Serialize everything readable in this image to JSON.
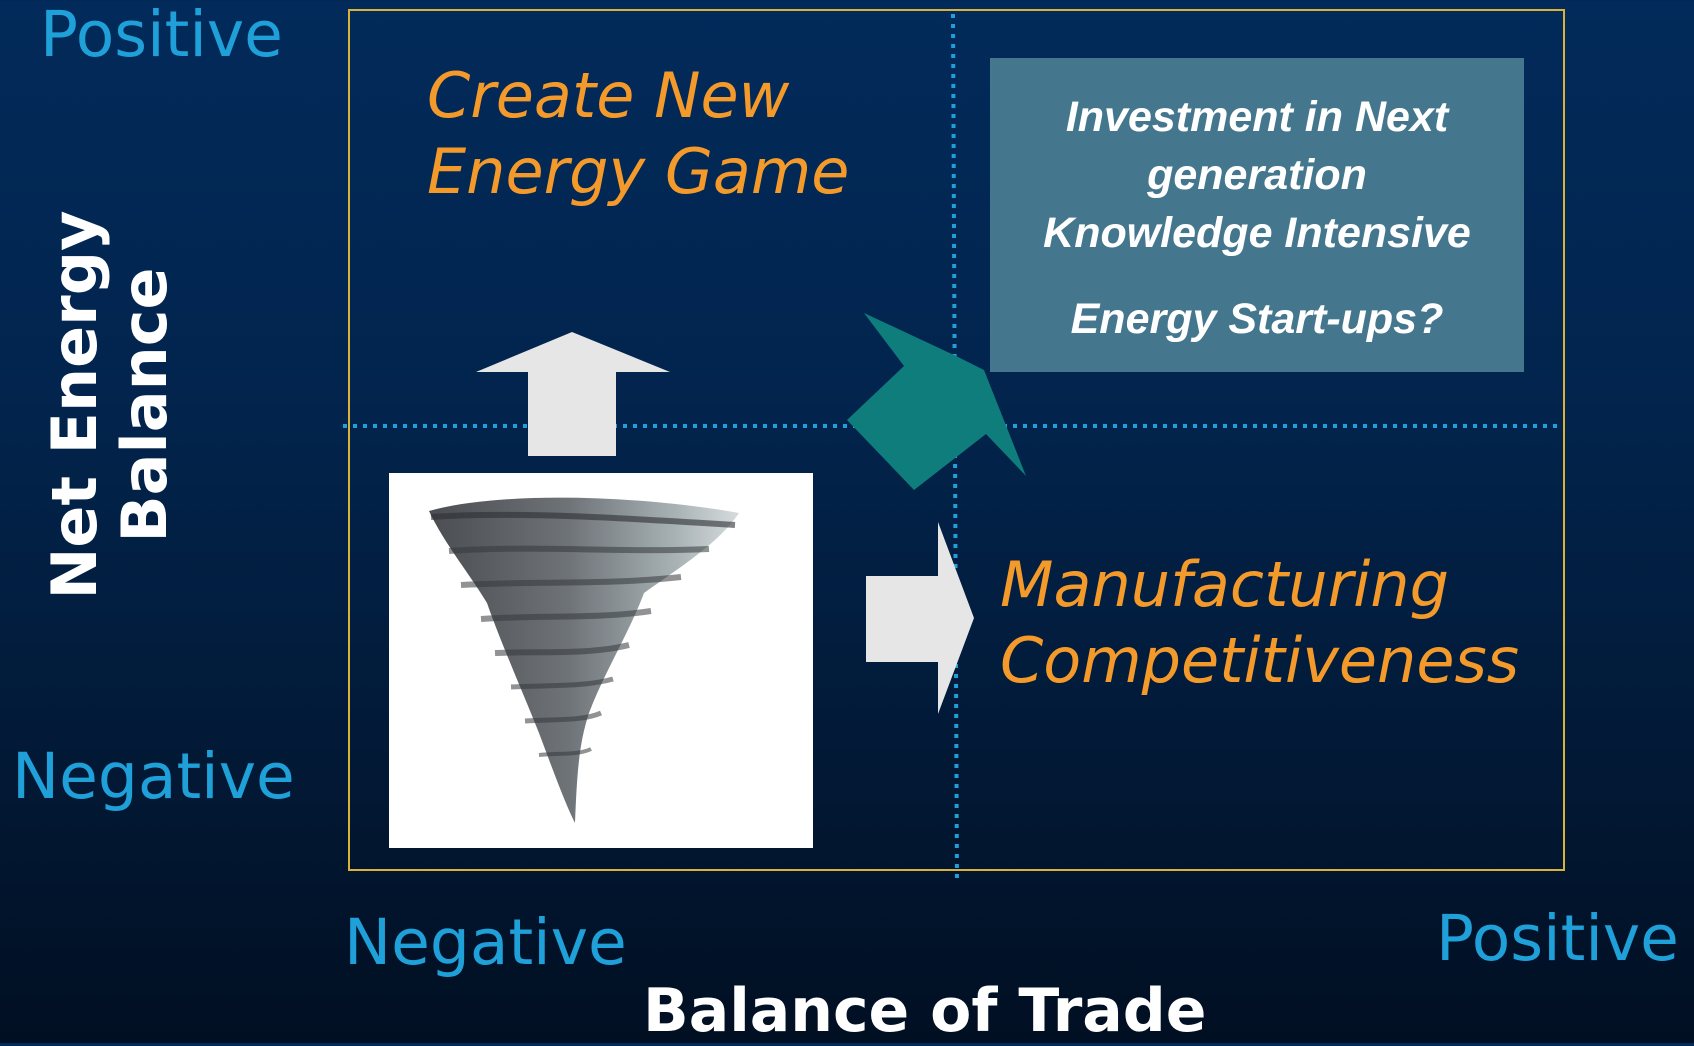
{
  "axes": {
    "y_title_line1": "Net Energy",
    "y_title_line2": "Balance",
    "y_top": "Positive",
    "y_bottom": "Negative",
    "x_left": "Negative",
    "x_right": "Positive",
    "x_title": "Balance of Trade"
  },
  "quadrants": {
    "top_left_line1": "Create New",
    "top_left_line2": "Energy Game",
    "bottom_right_line1": "Manufacturing",
    "bottom_right_line2": "Competitiveness"
  },
  "callout": {
    "line1": "Investment in Next",
    "line2": "generation",
    "line3": "Knowledge Intensive",
    "line4": "Energy Start-ups?"
  },
  "icons": {
    "tornado": "tornado-icon",
    "up_arrow": "arrow-up-icon",
    "right_arrow": "arrow-right-icon",
    "diagonal_arrow": "arrow-diagonal-icon"
  },
  "colors": {
    "axis_words": "#1fa0d8",
    "quadrant_text": "#f49a2b",
    "frame": "#d9b23a",
    "callout_bg": "#44778e",
    "diagonal_arrow": "#0e7d7b",
    "block_arrows": "#e6e6e6"
  }
}
